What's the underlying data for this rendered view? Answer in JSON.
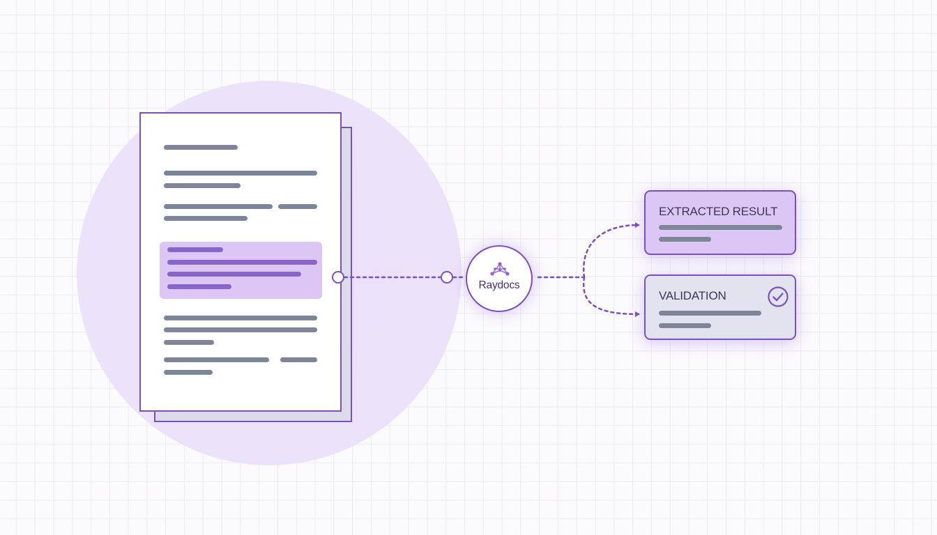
{
  "hub": {
    "label": "Raydocs",
    "icon": "network-nodes-icon"
  },
  "cards": {
    "extracted": {
      "title": "EXTRACTED RESULT"
    },
    "validation": {
      "title": "VALIDATION",
      "icon": "check-circle-icon"
    }
  },
  "colors": {
    "accent": "#7a4fc4",
    "highlight": "#dcc6f5",
    "halo": "#ece3fa",
    "text_line": "#7e8599",
    "validation_card": "#e3e3f0"
  }
}
